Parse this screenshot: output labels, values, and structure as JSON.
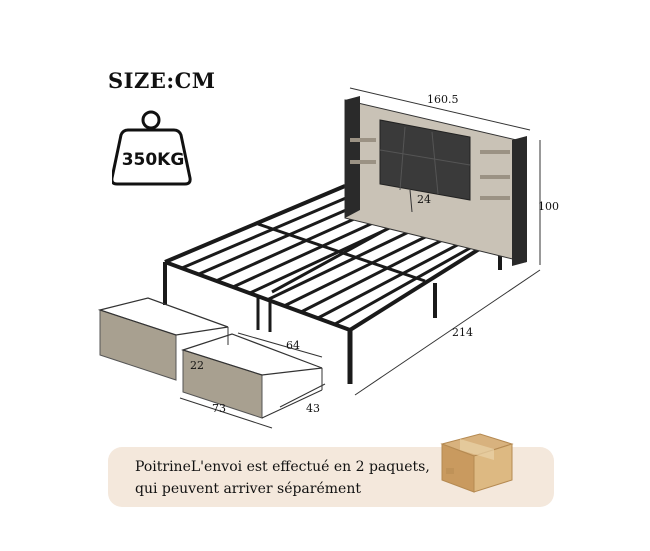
{
  "header": {
    "size_label": "SIZE:CM"
  },
  "weight_badge": {
    "text": "350KG",
    "icon": "weight-icon"
  },
  "dimensions": {
    "headboard_width": "160.5",
    "headboard_height": "100",
    "headboard_panel": "24",
    "bed_length": "214",
    "drawer_length": "73",
    "drawer_depth": "64",
    "drawer_width": "43",
    "drawer_height": "22"
  },
  "notice": {
    "line1": "PoitrineL'envoi est effectué en 2 paquets,",
    "line2": "qui peuvent arriver séparément",
    "icon": "cardboard-box-icon"
  },
  "colors": {
    "banner_bg": "#f4e8dc",
    "frame": "#1a1a1a",
    "wood": "#b3aa9a",
    "cushion": "#3a3a3a"
  }
}
